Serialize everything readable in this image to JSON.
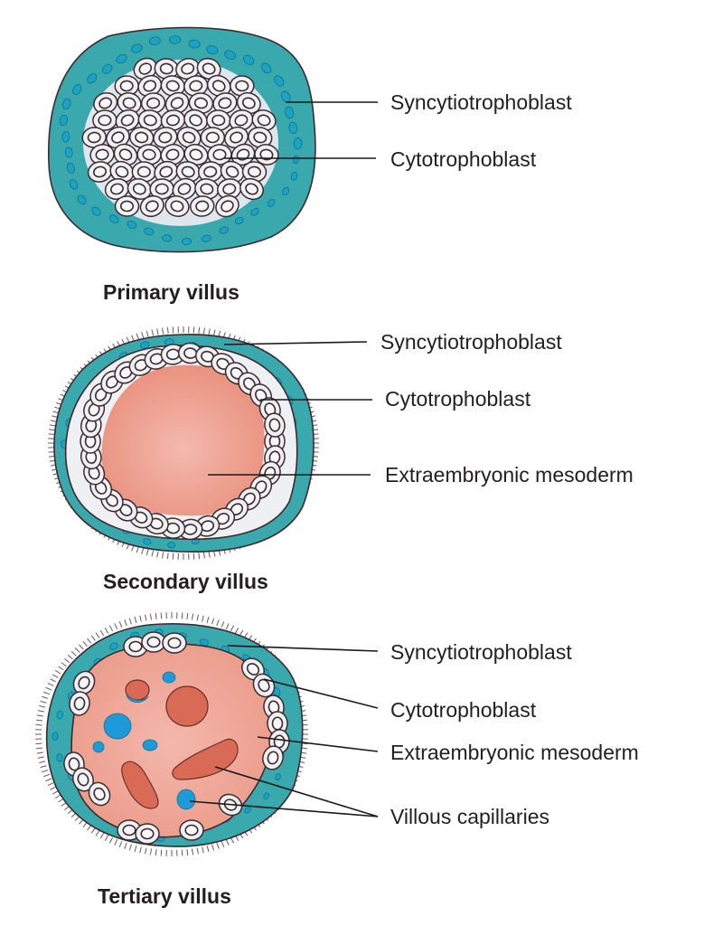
{
  "figure": {
    "colors": {
      "syncytiotrophoblast": "#3aa9ad",
      "syncytial_nuclei": "#1aa3c4",
      "cytotrophoblast_cell": "#eef0f3",
      "mesoderm": "#f0a89a",
      "capillary_red": "#d96a55",
      "capillary_blue": "#1e9ad8",
      "outline": "#3d2a2e",
      "text": "#231f20"
    },
    "panels": [
      {
        "title": "Primary villus",
        "labels": [
          "Syncytiotrophoblast",
          "Cytotrophoblast"
        ]
      },
      {
        "title": "Secondary villus",
        "labels": [
          "Syncytiotrophoblast",
          "Cytotrophoblast",
          "Extraembryonic mesoderm"
        ]
      },
      {
        "title": "Tertiary villus",
        "labels": [
          "Syncytiotrophoblast",
          "Cytotrophoblast",
          "Extraembryonic mesoderm",
          "Villous capillaries"
        ]
      }
    ]
  }
}
